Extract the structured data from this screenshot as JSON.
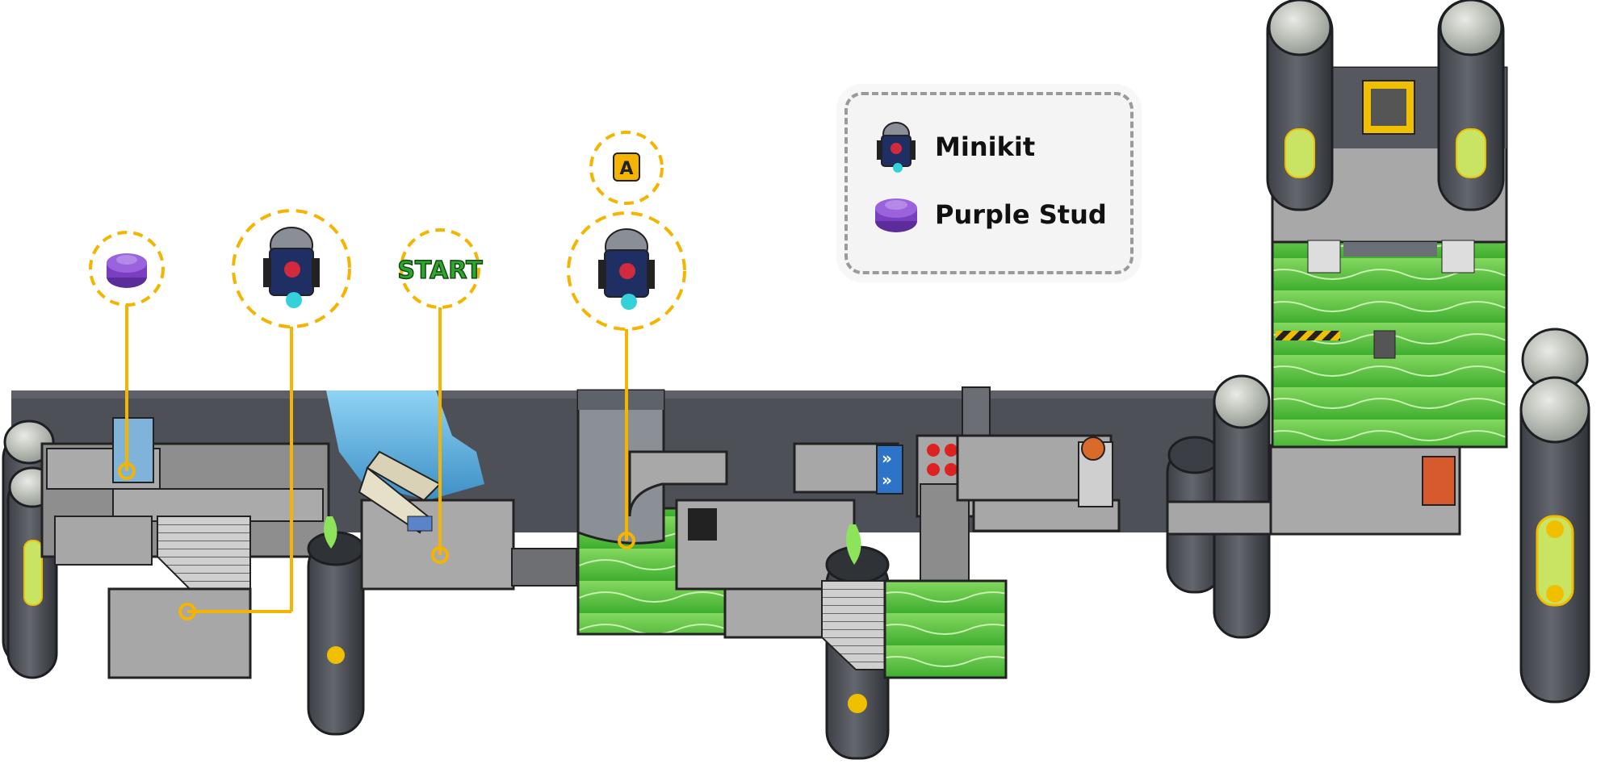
{
  "legend": {
    "items": [
      {
        "icon": "minikit-icon",
        "label": "Minikit"
      },
      {
        "icon": "purple-stud-icon",
        "label": "Purple Stud"
      }
    ]
  },
  "markers": {
    "start_label": "START",
    "area_label": "A"
  },
  "colors": {
    "marker_yellow": "#f5b400",
    "floor_grey": "#9c9c9c",
    "wall_dark": "#4b4e54",
    "acid_green": "#5cc63e",
    "purple_stud": "#7a3fc0",
    "start_green": "#2a8a2a"
  }
}
